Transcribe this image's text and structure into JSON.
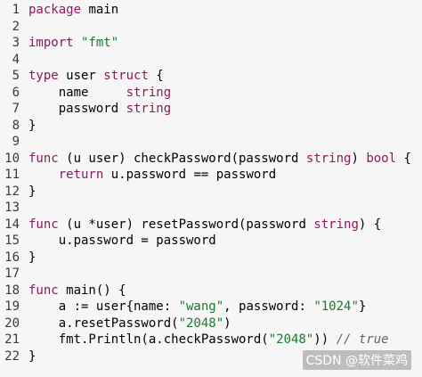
{
  "editor": {
    "lines": [
      {
        "n": "1",
        "text": "package main"
      },
      {
        "n": "2",
        "text": ""
      },
      {
        "n": "3",
        "text": "import \"fmt\""
      },
      {
        "n": "4",
        "text": ""
      },
      {
        "n": "5",
        "text": "type user struct {"
      },
      {
        "n": "6",
        "text": "    name     string"
      },
      {
        "n": "7",
        "text": "    password string"
      },
      {
        "n": "8",
        "text": "}"
      },
      {
        "n": "9",
        "text": ""
      },
      {
        "n": "10",
        "text": "func (u user) checkPassword(password string) bool {"
      },
      {
        "n": "11",
        "text": "    return u.password == password"
      },
      {
        "n": "12",
        "text": "}"
      },
      {
        "n": "13",
        "text": ""
      },
      {
        "n": "14",
        "text": "func (u *user) resetPassword(password string) {"
      },
      {
        "n": "15",
        "text": "    u.password = password"
      },
      {
        "n": "16",
        "text": "}"
      },
      {
        "n": "17",
        "text": ""
      },
      {
        "n": "18",
        "text": "func main() {"
      },
      {
        "n": "19",
        "text": "    a := user{name: \"wang\", password: \"1024\"}"
      },
      {
        "n": "20",
        "text": "    a.resetPassword(\"2048\")"
      },
      {
        "n": "21",
        "text": "    fmt.Println(a.checkPassword(\"2048\")) // true"
      },
      {
        "n": "22",
        "text": "}"
      }
    ]
  },
  "watermark": "CSDN @软件菜鸡",
  "colors": {
    "background": "#f6f6f6",
    "keyword": "#8a1b5b",
    "string": "#1a7a2e",
    "comment": "#666666"
  }
}
